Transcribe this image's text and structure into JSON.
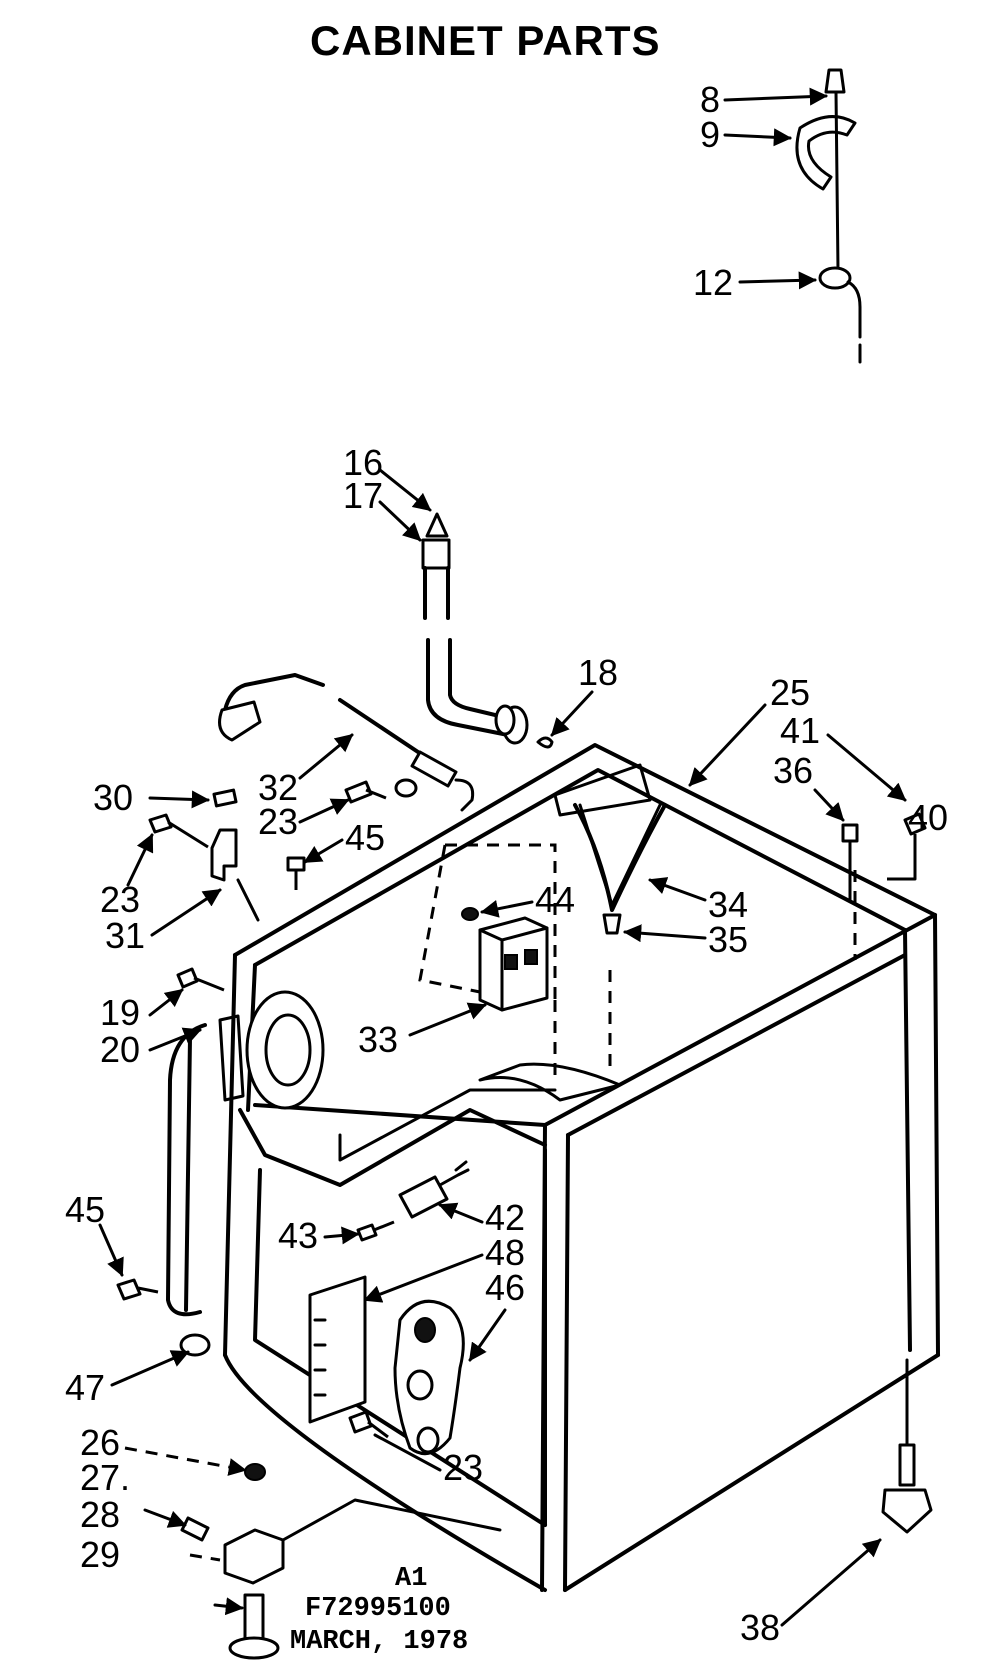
{
  "title": "CABINET PARTS",
  "callouts": {
    "c8": "8",
    "c9": "9",
    "c12": "12",
    "c16": "16",
    "c17": "17",
    "c18": "18",
    "c25": "25",
    "c41": "41",
    "c36": "36",
    "c40": "40",
    "c30": "30",
    "c32": "32",
    "c23a": "23",
    "c45a": "45",
    "c23b": "23",
    "c31": "31",
    "c44": "44",
    "c34": "34",
    "c35": "35",
    "c19": "19",
    "c20": "20",
    "c33": "33",
    "c45b": "45",
    "c42": "42",
    "c43": "43",
    "c48": "48",
    "c46": "46",
    "c47": "47",
    "c26": "26",
    "c27": "27.",
    "c28": "28",
    "c29": "29",
    "c23c": "23",
    "c38": "38"
  },
  "stamp": {
    "line1": "A1",
    "line2": "F72995100",
    "line3": "MARCH, 1978"
  }
}
